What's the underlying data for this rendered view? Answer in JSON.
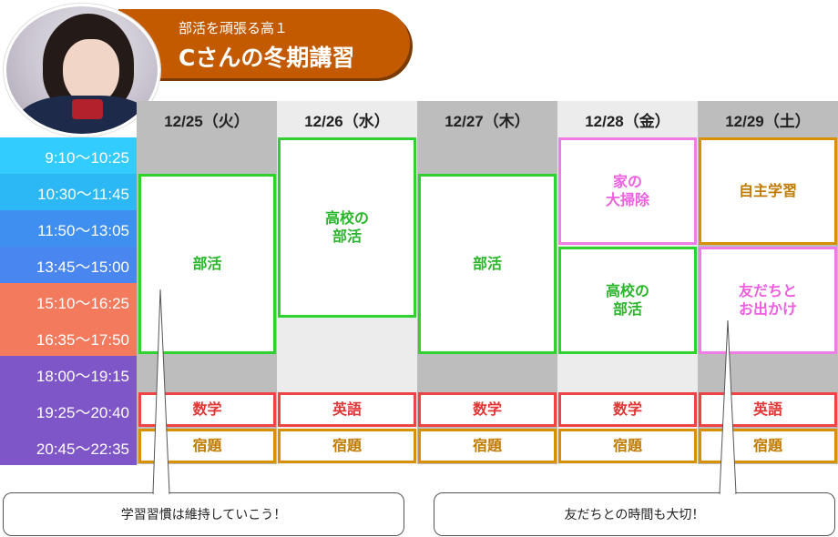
{
  "header": {
    "subtitle": "部活を頑張る高１",
    "title": "Cさんの冬期講習"
  },
  "days": [
    "12/25（火）",
    "12/26（水）",
    "12/27（木）",
    "12/28（金）",
    "12/29（土）"
  ],
  "times": [
    {
      "label": "9:10〜10:25",
      "color": "#33ccff"
    },
    {
      "label": "10:30〜11:45",
      "color": "#2bb8f5"
    },
    {
      "label": "11:50〜13:05",
      "color": "#3f8ff0"
    },
    {
      "label": "13:45〜15:00",
      "color": "#4a86ef"
    },
    {
      "label": "15:10〜16:25",
      "color": "#f47a5e"
    },
    {
      "label": "16:35〜17:50",
      "color": "#f47a5e"
    },
    {
      "label": "18:00〜19:15",
      "color": "#7f56c8"
    },
    {
      "label": "19:25〜20:40",
      "color": "#7f56c8"
    },
    {
      "label": "20:45〜22:35",
      "color": "#7f56c8"
    }
  ],
  "events": {
    "d1_club": "部活",
    "d2_school_club": "高校の\n部活",
    "d3_club": "部活",
    "d4_cleaning": "家の\n大掃除",
    "d4_school_club": "高校の\n部活",
    "d5_self_study": "自主学習",
    "d5_friends": "友だちと\nお出かけ",
    "row8": [
      "数学",
      "英語",
      "数学",
      "数学",
      "英語"
    ],
    "row9": [
      "宿題",
      "宿題",
      "宿題",
      "宿題",
      "宿題"
    ]
  },
  "callouts": {
    "left": "学習習慣は維持していこう！",
    "right": "友だちとの時間も大切！"
  },
  "colors": {
    "brand_orange": "#c35a00",
    "green": "#2fd12f",
    "pink": "#f07ce6",
    "gold": "#d79000",
    "red": "#ee4444"
  }
}
